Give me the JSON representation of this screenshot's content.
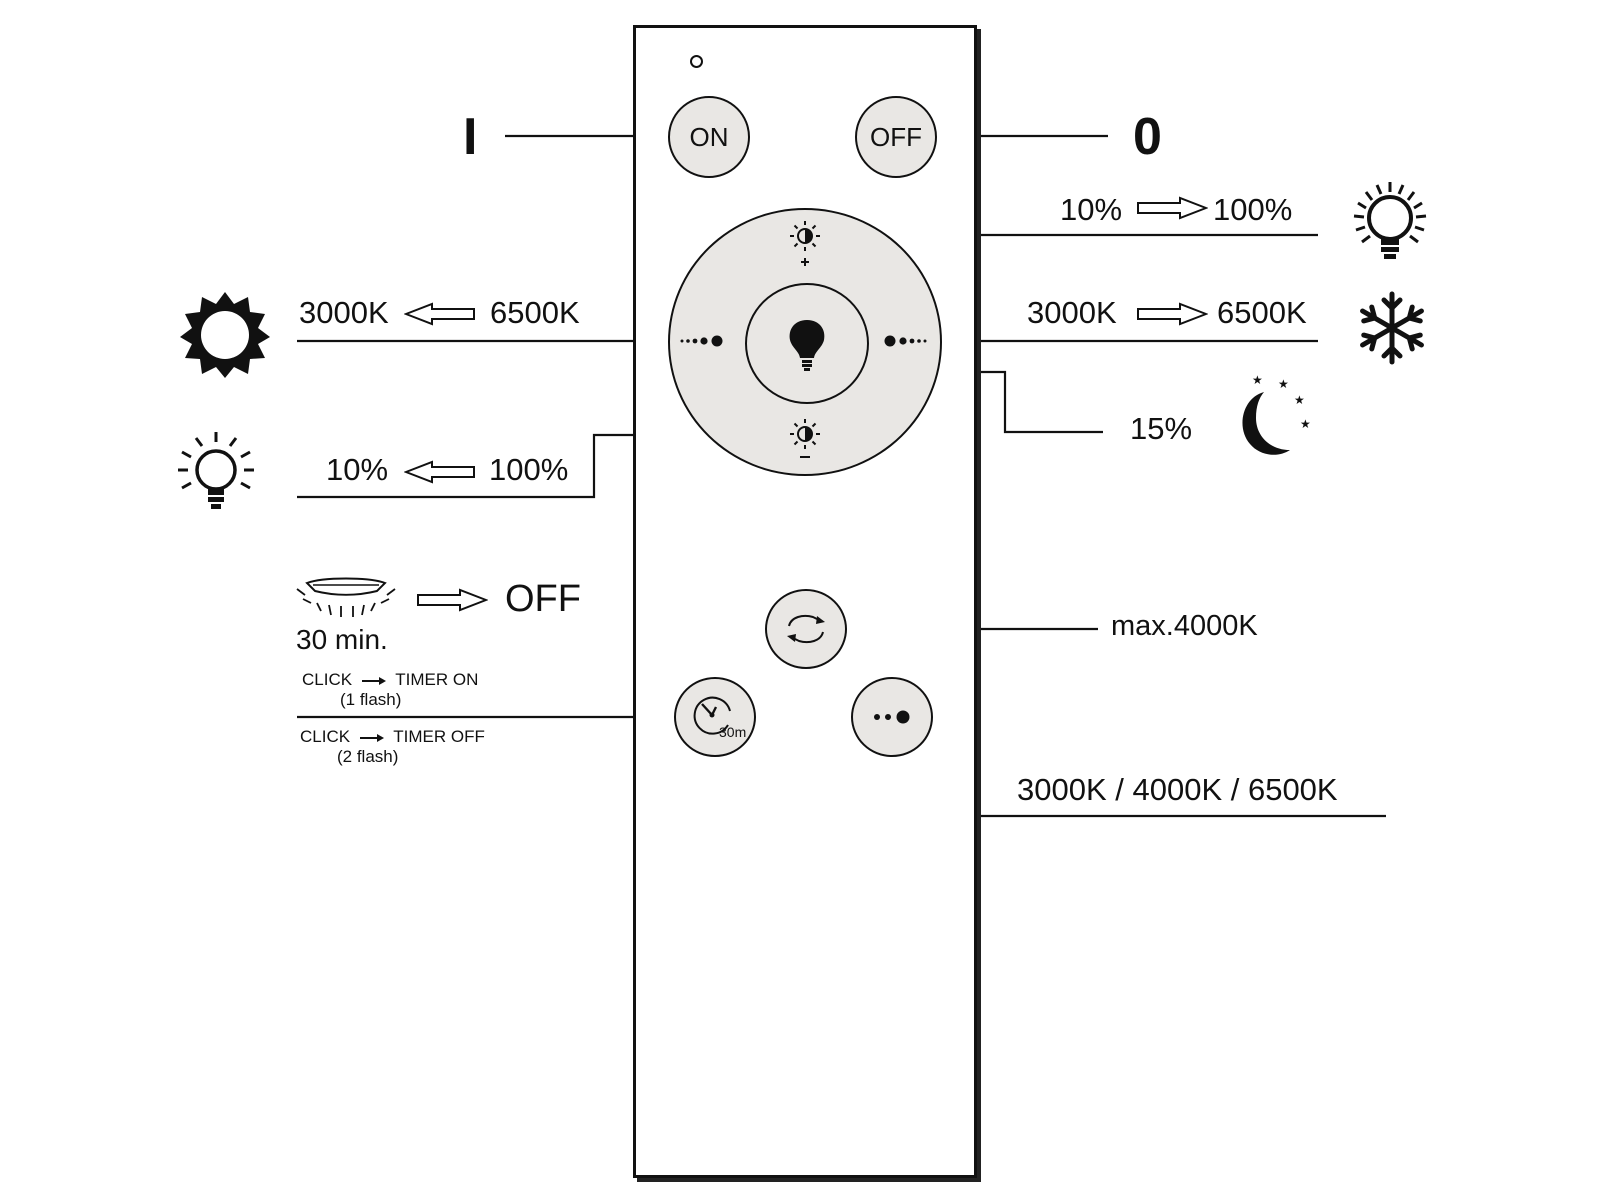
{
  "remote": {
    "on_button": "ON",
    "off_button": "OFF"
  },
  "labels": {
    "on_mark": "I",
    "off_mark": "0",
    "bright_up_from": "10%",
    "bright_up_to": "100%",
    "warm_from": "3000K",
    "warm_to": "6500K",
    "cool_from": "3000K",
    "cool_to": "6500K",
    "night_value": "15%",
    "bright_down_from": "10%",
    "bright_down_to": "100%",
    "timer_result": "OFF",
    "timer_duration": "30 min.",
    "timer_on_line1": "CLICK",
    "timer_on_line1b": "TIMER ON",
    "timer_on_line2": "(1 flash)",
    "timer_off_line1": "CLICK",
    "timer_off_line1b": "TIMER OFF",
    "timer_off_line2": "(2 flash)",
    "cycle_value": "max.4000K",
    "presets_value": "3000K / 4000K / 6500K",
    "timer_button_text": "30m"
  },
  "icons": {
    "sun": "sun-icon",
    "snowflake": "snowflake-icon",
    "moon": "moon-stars-icon",
    "bulb_bright": "bulb-bright-icon",
    "bulb_dim": "bulb-dim-icon",
    "ceiling_light": "ceiling-light-icon"
  }
}
